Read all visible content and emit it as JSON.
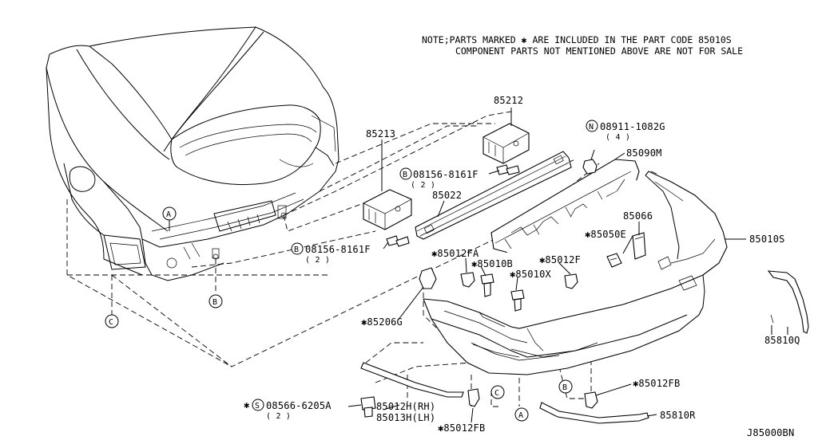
{
  "note": {
    "line1": "NOTE;PARTS MARKED ✱ ARE INCLUDED IN THE PART CODE 85010S",
    "line2": "COMPONENT PARTS NOT MENTIONED ABOVE ARE NOT FOR SALE"
  },
  "diagram_code": "J85000BN",
  "callouts": {
    "A": "A",
    "B": "B",
    "C": "C",
    "N": "N",
    "S": "S"
  },
  "parts": {
    "p85212": "85212",
    "p85213": "85213",
    "p08911": "08911-1082G",
    "p08911_qty": "( 4 )",
    "p85090M": "85090M",
    "p08156_top": "08156-8161F",
    "p08156_top_qty": "( 2 )",
    "p85022": "85022",
    "p85066": "85066",
    "p85050E": "✱85050E",
    "p85010S": "85010S",
    "p08156_left": "08156-8161F",
    "p08156_left_qty": "( 2 )",
    "p85012FA": "✱85012FA",
    "p85010B": "✱85010B",
    "p85012F": "✱85012F",
    "p85010X": "✱85010X",
    "p85206G": "✱85206G",
    "p85810Q": "85810Q",
    "p85012FB_right": "✱85012FB",
    "p08566_prefix": "✱",
    "p08566": "08566-6205A",
    "p08566_qty": "( 2 )",
    "p85012H": "85012H(RH)",
    "p85013H": "85013H(LH)",
    "p85012FB_bottom": "✱85012FB",
    "p85810R": "85810R"
  }
}
